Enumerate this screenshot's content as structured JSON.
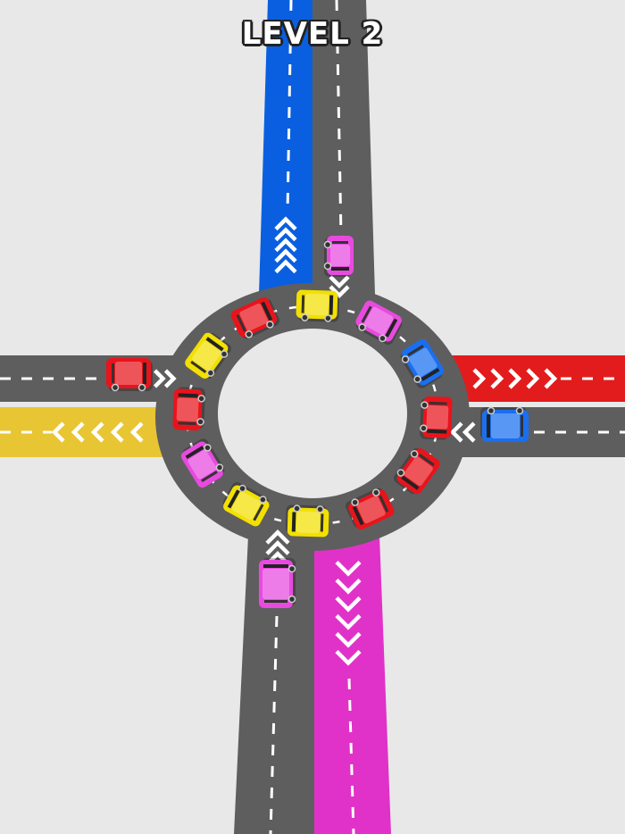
{
  "hud": {
    "level_label": "LEVEL 2"
  },
  "colors": {
    "background": "#e8e8e8",
    "road": "#5e5e5e",
    "lane_blue": "#0a5fe0",
    "lane_red": "#e21c1c",
    "lane_yellow": "#e8c532",
    "lane_magenta": "#e032c8",
    "car_red": "#e8141c",
    "car_yellow": "#f2e000",
    "car_magenta": "#e84ae0",
    "car_blue": "#1a6ff0"
  },
  "exit_lanes": [
    {
      "name": "blue-exit-lane",
      "direction": "north",
      "color": "lane_blue"
    },
    {
      "name": "red-exit-lane",
      "direction": "east",
      "color": "lane_red"
    },
    {
      "name": "yellow-exit-lane",
      "direction": "west",
      "color": "lane_yellow"
    },
    {
      "name": "magenta-exit-lane",
      "direction": "south",
      "color": "lane_magenta"
    }
  ],
  "roundabout_cars": [
    "yellow",
    "magenta",
    "blue",
    "red",
    "red",
    "red",
    "yellow",
    "yellow",
    "magenta",
    "red",
    "yellow",
    "red"
  ],
  "waiting_cars": [
    {
      "name": "waiting-car-north",
      "color": "magenta"
    },
    {
      "name": "waiting-car-west",
      "color": "red"
    },
    {
      "name": "waiting-car-east",
      "color": "blue"
    },
    {
      "name": "waiting-car-south",
      "color": "magenta"
    }
  ],
  "icons": {
    "direction_marker": "chevron-icon"
  }
}
